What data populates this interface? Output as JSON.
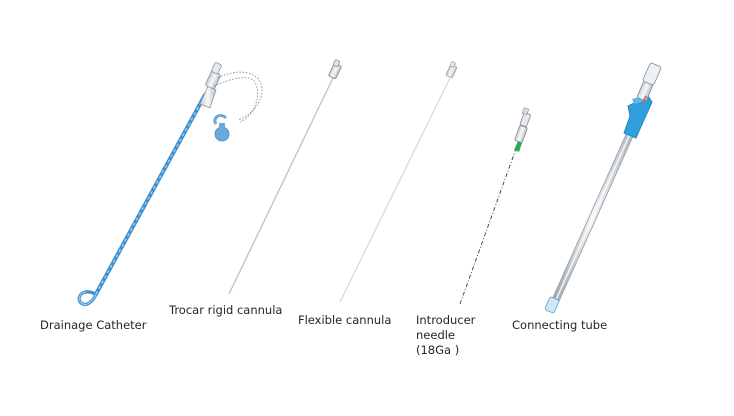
{
  "products": [
    {
      "id": "drainage-catheter",
      "label": "Drainage Catheter",
      "color": "#4a9bd6"
    },
    {
      "id": "trocar-rigid-cannula",
      "label": "Trocar rigid cannula",
      "color": "#b8bfc6"
    },
    {
      "id": "flexible-cannula",
      "label": "Flexible cannula",
      "color": "#c8cdd2"
    },
    {
      "id": "introducer-needle",
      "label": "Introducer needle (18Ga )",
      "color": "#3c3f44",
      "hub_color": "#2fa84f"
    },
    {
      "id": "connecting-tube",
      "label": "Connecting tube",
      "color": "#2f9fde"
    }
  ]
}
